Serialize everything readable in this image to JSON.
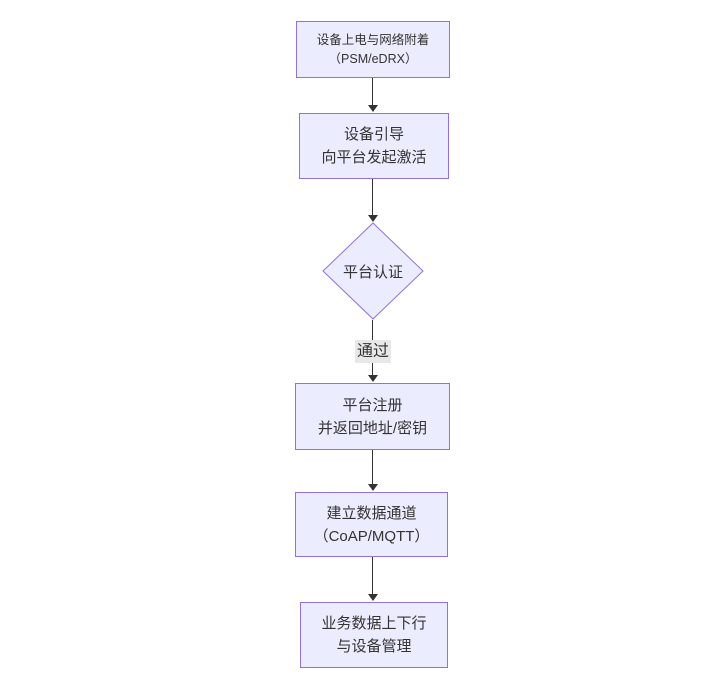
{
  "diagram": {
    "type": "flowchart",
    "direction": "top-down",
    "nodes": [
      {
        "id": "A",
        "shape": "rect",
        "lines": [
          "设备上电与网络附着",
          "（PSM/eDRX）"
        ]
      },
      {
        "id": "B",
        "shape": "rect",
        "lines": [
          "设备引导",
          "向平台发起激活"
        ]
      },
      {
        "id": "C",
        "shape": "diamond",
        "lines": [
          "平台认证"
        ]
      },
      {
        "id": "D",
        "shape": "rect",
        "lines": [
          "平台注册",
          "并返回地址/密钥"
        ]
      },
      {
        "id": "E",
        "shape": "rect",
        "lines": [
          "建立数据通道",
          "（CoAP/MQTT）"
        ]
      },
      {
        "id": "F",
        "shape": "rect",
        "lines": [
          "业务数据上下行",
          "与设备管理"
        ]
      }
    ],
    "edges": [
      {
        "from": "A",
        "to": "B",
        "label": ""
      },
      {
        "from": "B",
        "to": "C",
        "label": ""
      },
      {
        "from": "C",
        "to": "D",
        "label": "通过"
      },
      {
        "from": "D",
        "to": "E",
        "label": ""
      },
      {
        "from": "E",
        "to": "F",
        "label": ""
      }
    ],
    "colors": {
      "background": "#ffffff",
      "node_fill": "#ECECFF",
      "node_border": "#9370DB",
      "text": "#333333",
      "arrow": "#333333",
      "edge_label_bg": "#e8e8e8"
    }
  }
}
